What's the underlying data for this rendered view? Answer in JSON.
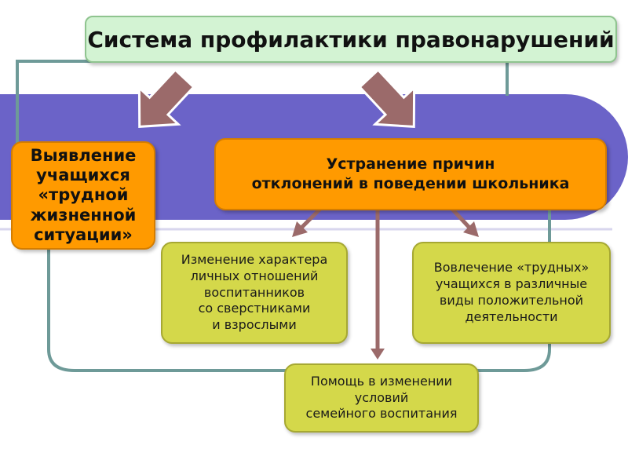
{
  "title": "Система профилактики правонарушений",
  "identify_box": "Выявление\nучащихся\n«трудной\nжизненной\nситуации»",
  "eliminate_box": "Устранение причин\nотклонений в поведении школьника",
  "peers_box": "Изменение характера\nличных отношений\nвоспитанников\nсо сверстниками\nи взрослыми",
  "involve_box": "Вовлечение «трудных»\nучащихся в различные\nвиды положительной\nдеятельности",
  "family_box": "Помощь в изменении\nусловий\nсемейного воспитания",
  "colors": {
    "band": "#6b63c8",
    "connector": "#6e9a98",
    "arrow": "#9b6a6a",
    "orange": "#ff9a00",
    "olive": "#d4d84a",
    "title_bg": "#d3f3d3"
  }
}
